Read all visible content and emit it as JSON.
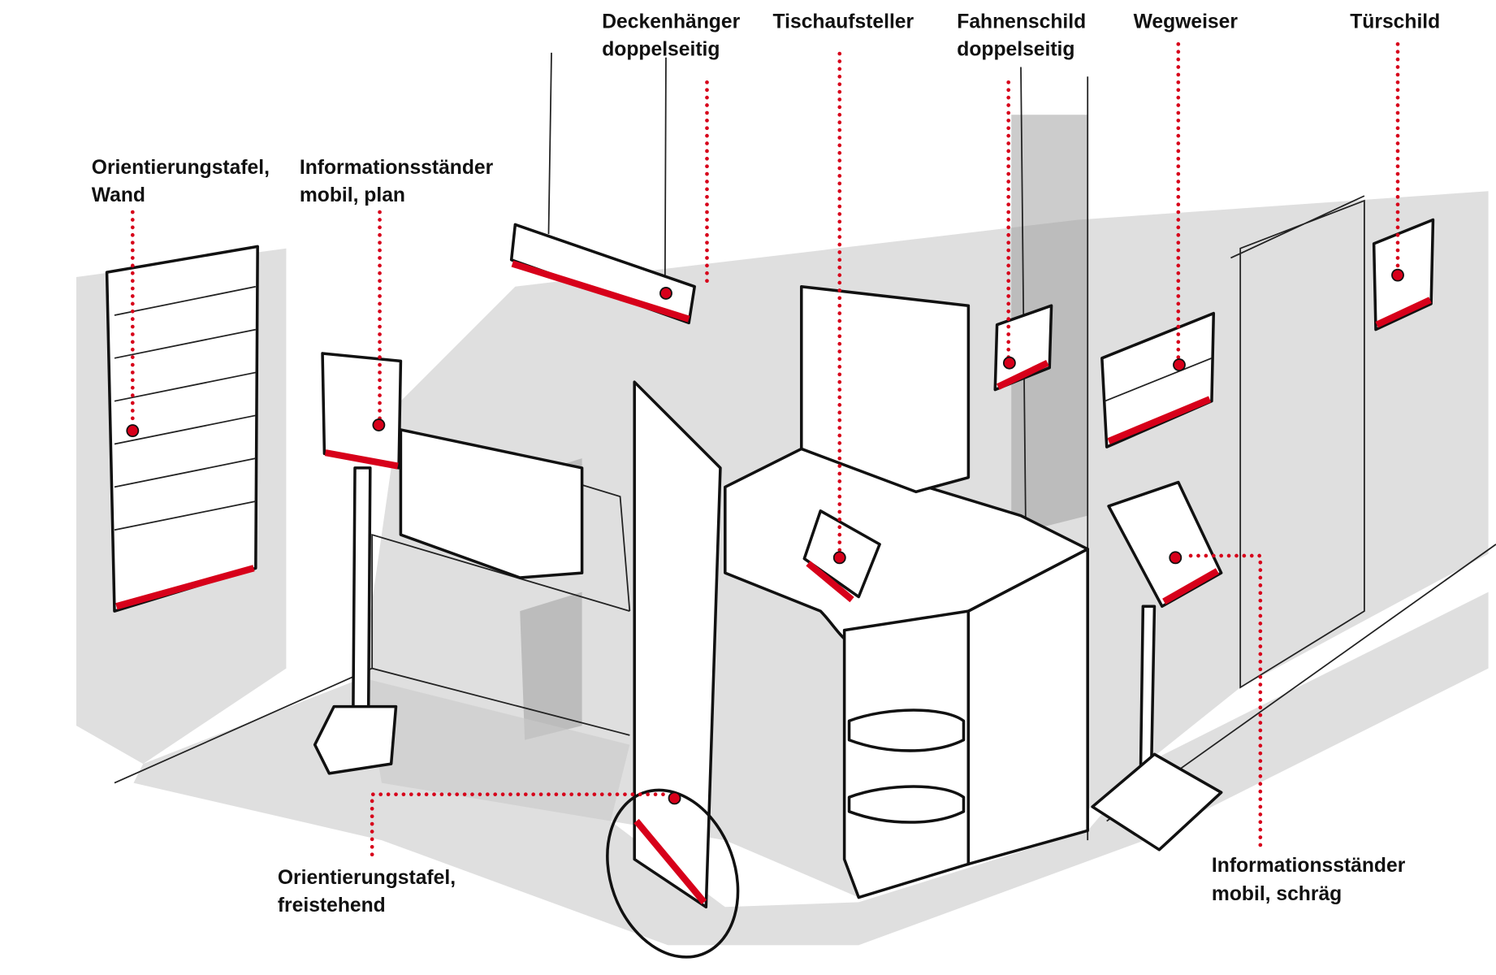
{
  "labels": {
    "deckenhaenger": [
      "Deckenhänger",
      "doppelseitig"
    ],
    "tischaufsteller": [
      "Tischaufsteller"
    ],
    "fahnenschild": [
      "Fahnenschild",
      "doppelseitig"
    ],
    "wegweiser": [
      "Wegweiser"
    ],
    "tuerschild": [
      "Türschild"
    ],
    "orientierungstafel_wand": [
      "Orientierungstafel,",
      "Wand"
    ],
    "infostaender_plan": [
      "Informationsständer",
      "mobil, plan"
    ],
    "orientierungstafel_frei": [
      "Orientierungstafel,",
      "freistehend"
    ],
    "infostaender_schraeg": [
      "Informationsständer",
      "mobil, schräg"
    ]
  },
  "colors": {
    "accent": "#d7001a",
    "ink": "#111111",
    "marker": "#c9c9c9"
  }
}
